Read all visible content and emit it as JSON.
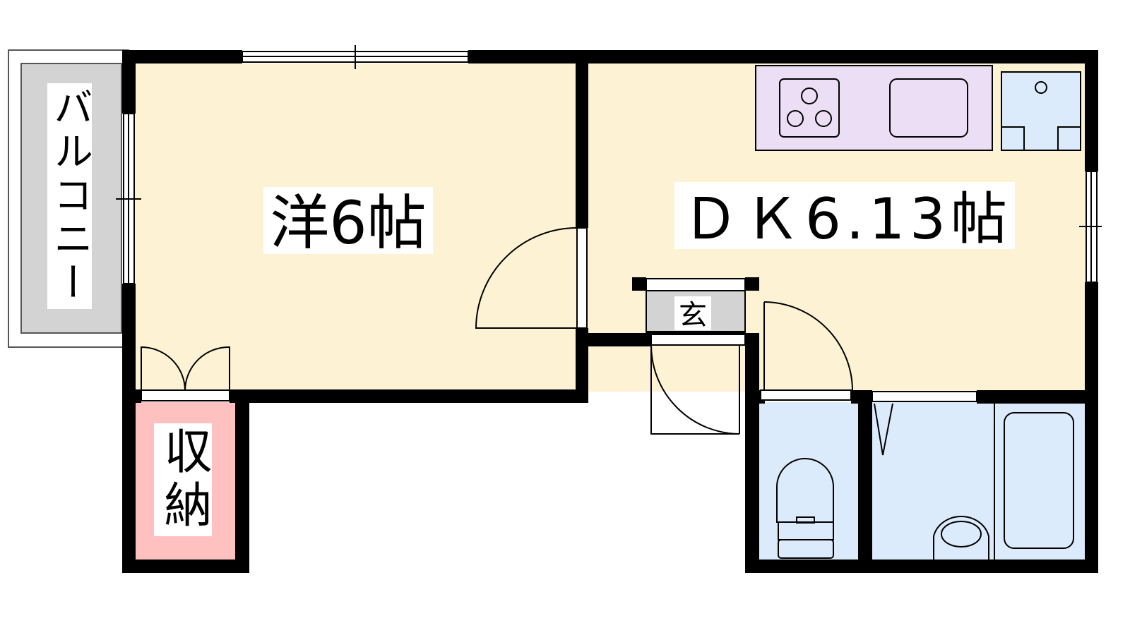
{
  "floorplan": {
    "rooms": {
      "western": {
        "label": "洋6帖",
        "color": "#fdf2d4"
      },
      "dk": {
        "label": "ＤＫ6.13帖",
        "color": "#fdf2d4"
      },
      "balcony": {
        "label": "バルコニー",
        "color": "#d3d3d3"
      },
      "storage": {
        "label": "収納",
        "color": "#ffc0c0"
      },
      "entrance": {
        "label": "玄",
        "color": "#d3d3d3"
      },
      "toilet": {
        "color": "#dcebfb"
      },
      "bath": {
        "color": "#dcebfb"
      }
    },
    "fixtures": {
      "kitchen_color": "#ecdff5",
      "fridge_color": "#dcebfb"
    }
  }
}
